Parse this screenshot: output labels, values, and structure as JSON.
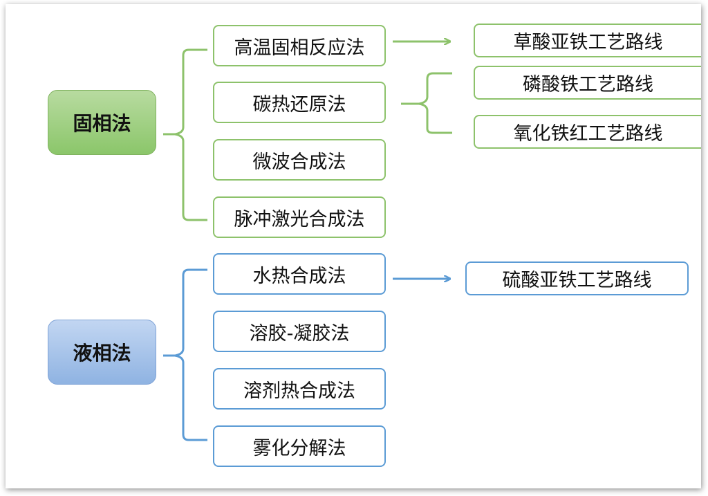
{
  "solid": {
    "title": "固相法",
    "methods": [
      "高温固相反应法",
      "碳热还原法",
      "微波合成法",
      "脉冲激光合成法"
    ],
    "routes_high_temp": [
      "草酸亚铁工艺路线"
    ],
    "routes_carbothermal": [
      "磷酸铁工艺路线",
      "氧化铁红工艺路线"
    ]
  },
  "liquid": {
    "title": "液相法",
    "methods": [
      "水热合成法",
      "溶胶-凝胶法",
      "溶剂热合成法",
      "雾化分解法"
    ],
    "routes_hydrothermal": [
      "硫酸亚铁工艺路线"
    ]
  },
  "colors": {
    "green": "#8dc26b",
    "blue": "#5b9bd5"
  }
}
